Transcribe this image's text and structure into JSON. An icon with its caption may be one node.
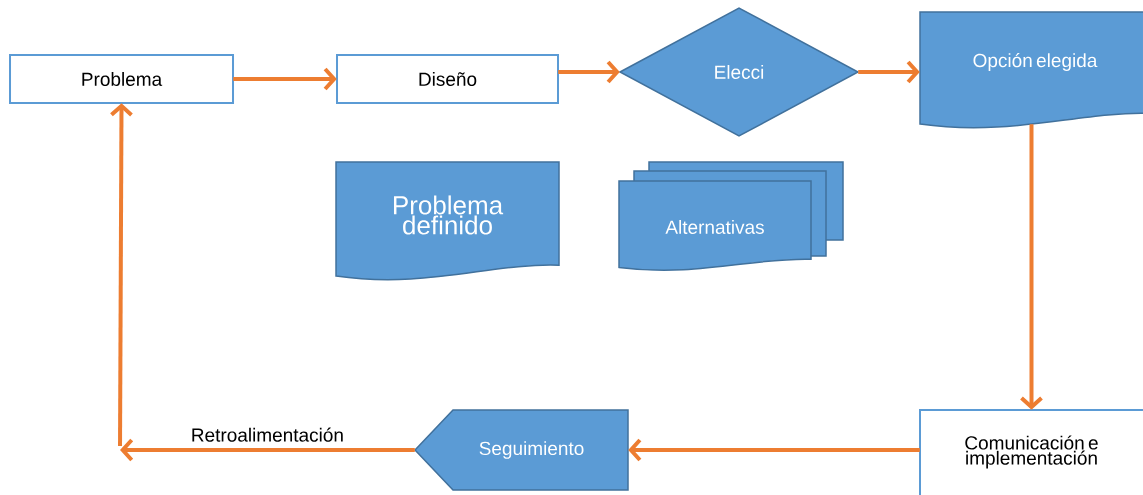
{
  "diagram": {
    "nodes": [
      {
        "text": [
          "Problema"
        ]
      },
      {
        "text": [
          "Diseño"
        ]
      },
      {
        "text": [
          "Elecci"
        ]
      },
      {
        "text": [
          "Opción elegida"
        ]
      },
      {
        "text": [
          "Problema definido"
        ]
      },
      {
        "text": [
          "Alternativas"
        ]
      },
      {
        "text": [
          "Seguimiento"
        ]
      },
      {
        "text": [
          "Comunicación e implementación"
        ]
      }
    ],
    "edges": [
      {
        "from": 0,
        "to": 1,
        "arrow": "to"
      },
      {
        "from": 1,
        "to": 2,
        "arrow": "to"
      },
      {
        "from": 2,
        "to": 3,
        "arrow": "to"
      },
      {
        "from": 3,
        "to": 7,
        "arrow": "to"
      },
      {
        "from": 7,
        "to": 6,
        "arrow": "to"
      },
      {
        "from": 6,
        "to": null,
        "arrow": "to",
        "label": "Retroalimentación"
      },
      {
        "from": null,
        "to": 0,
        "arrow": "to"
      }
    ]
  }
}
